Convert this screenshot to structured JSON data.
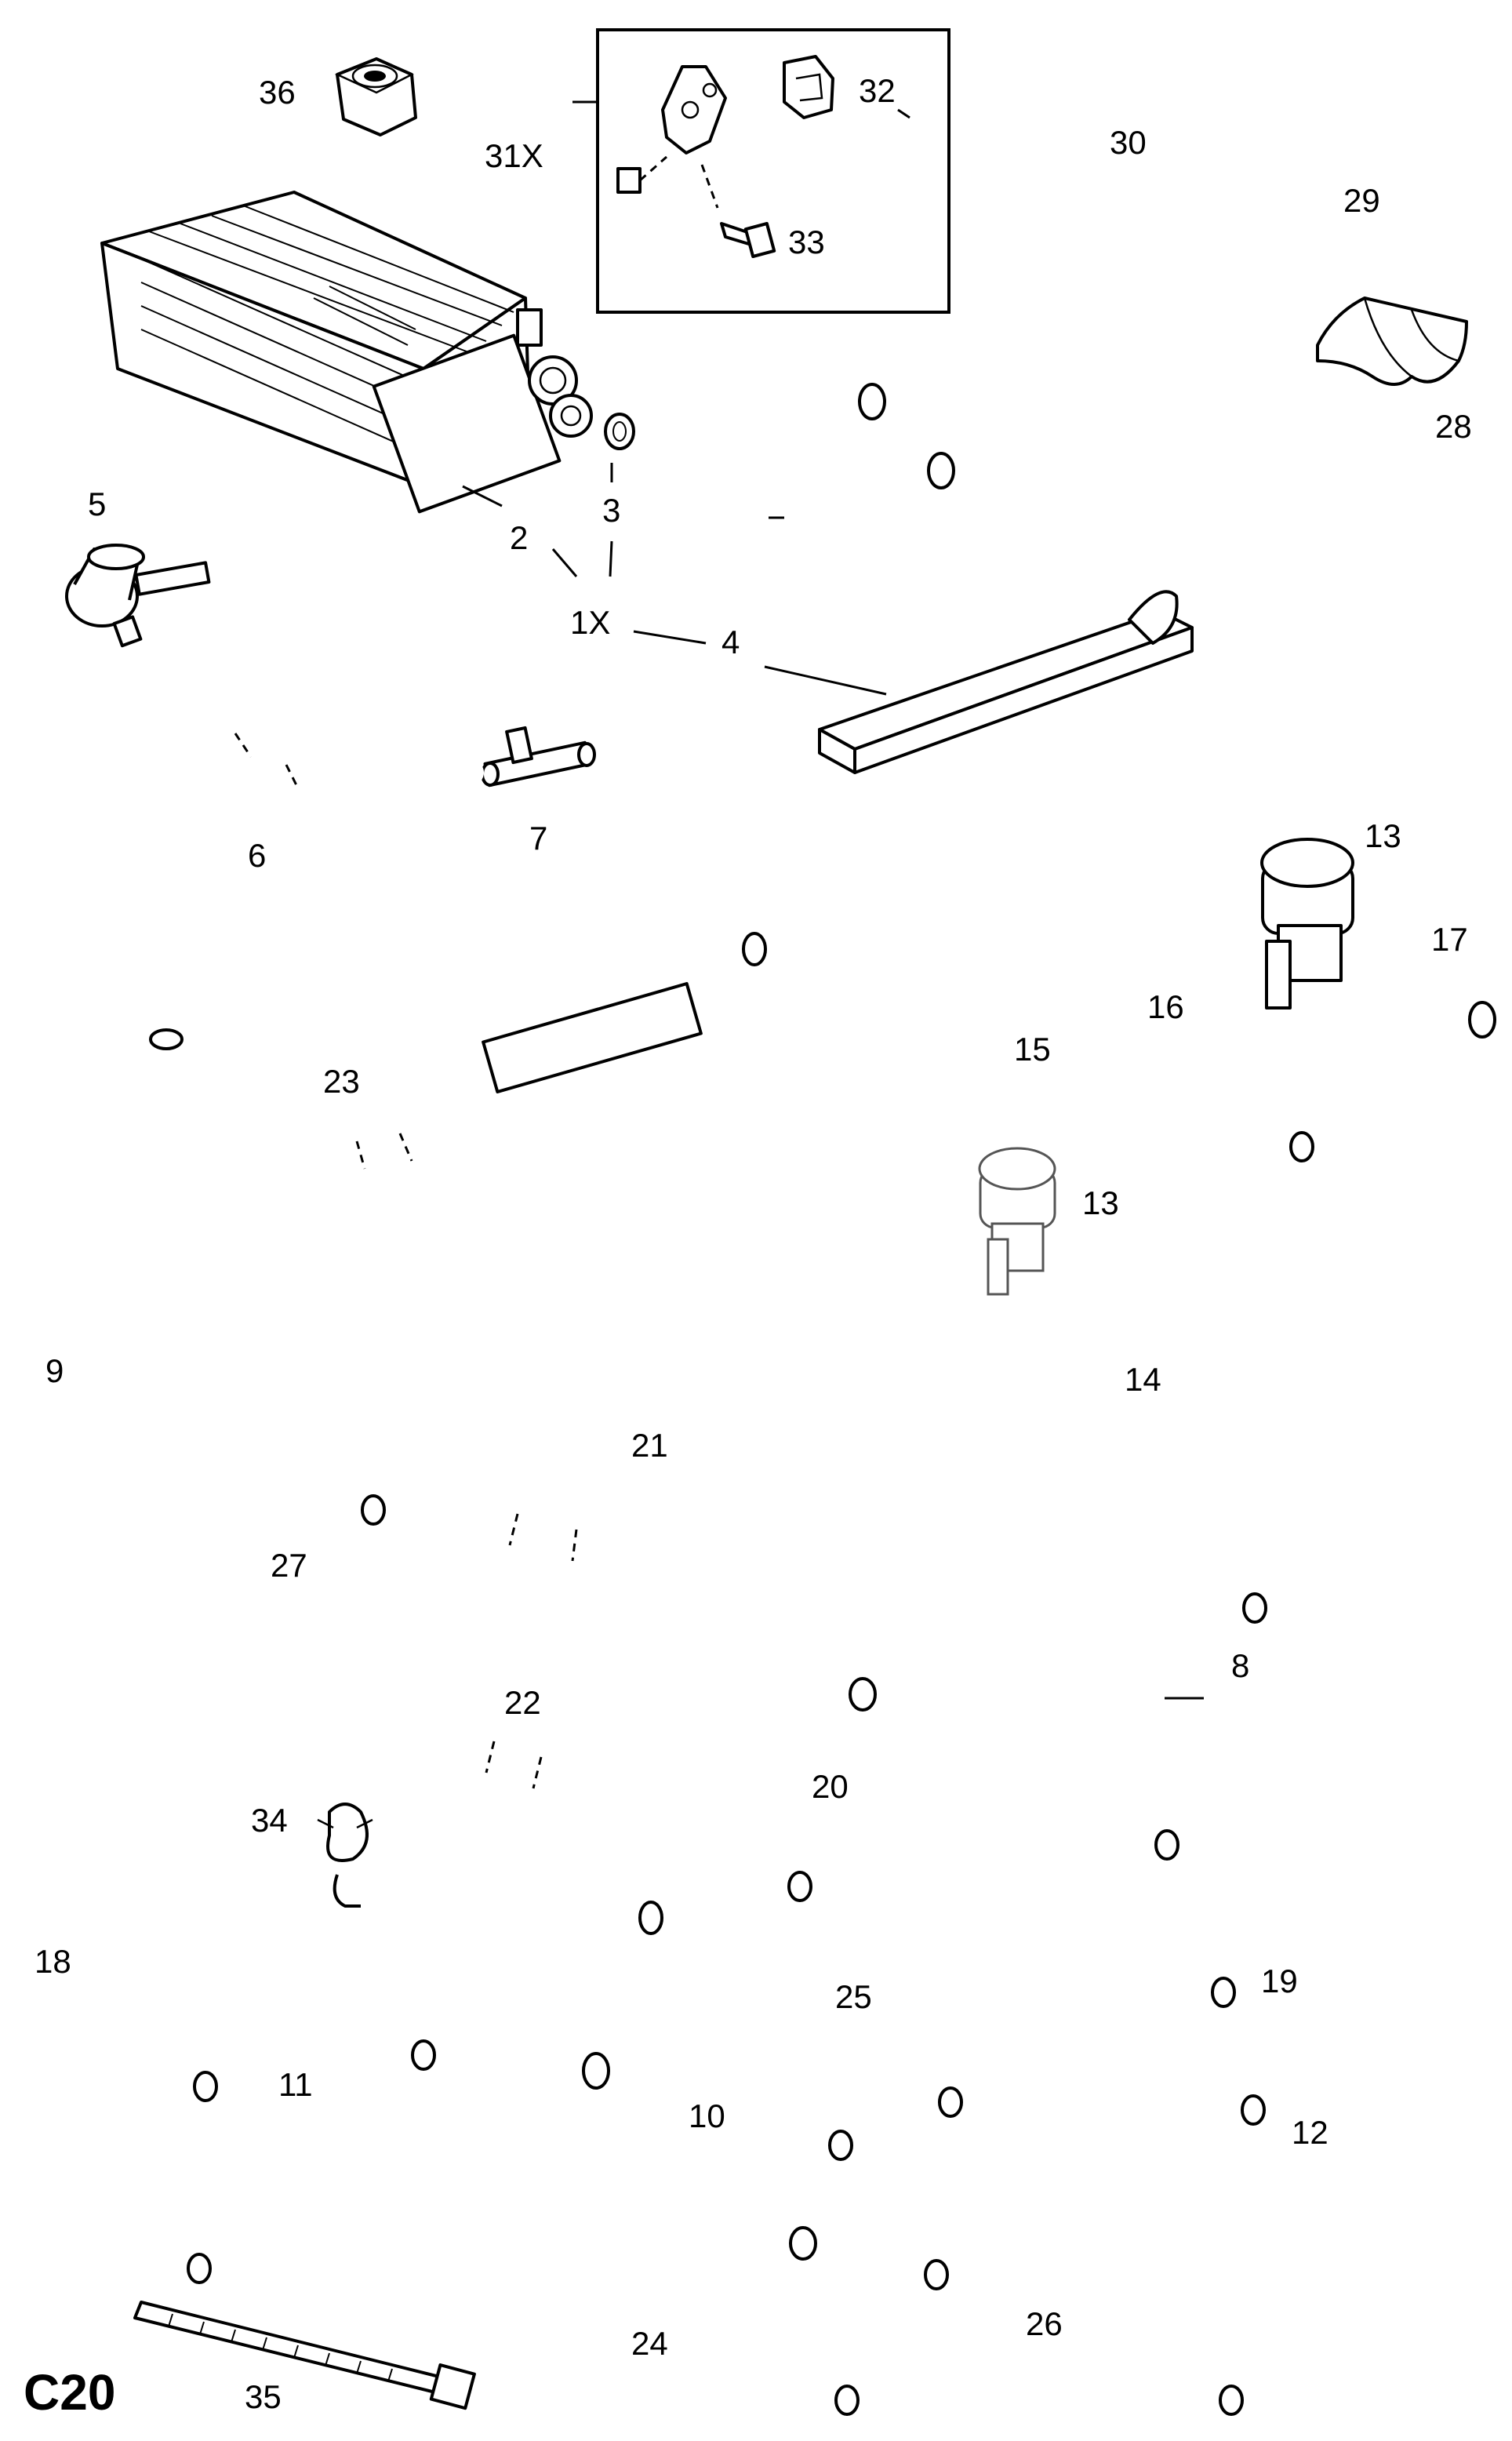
{
  "sheet_code": "C20",
  "labels": {
    "p1x": "1X",
    "p2": "2",
    "p3": "3",
    "p4": "4",
    "p5": "5",
    "p6": "6",
    "p7": "7",
    "p8": "8",
    "p9": "9",
    "p10": "10",
    "p11": "11",
    "p12": "12",
    "p13a": "13",
    "p13b": "13",
    "p14": "14",
    "p15": "15",
    "p16": "16",
    "p17": "17",
    "p18": "18",
    "p19": "19",
    "p20": "20",
    "p21": "21",
    "p22": "22",
    "p23": "23",
    "p24": "24",
    "p25": "25",
    "p26": "26",
    "p27": "27",
    "p28": "28",
    "p29": "29",
    "p30": "30",
    "p31x": "31X",
    "p32": "32",
    "p33": "33",
    "p34": "34",
    "p35": "35",
    "p36": "36"
  }
}
